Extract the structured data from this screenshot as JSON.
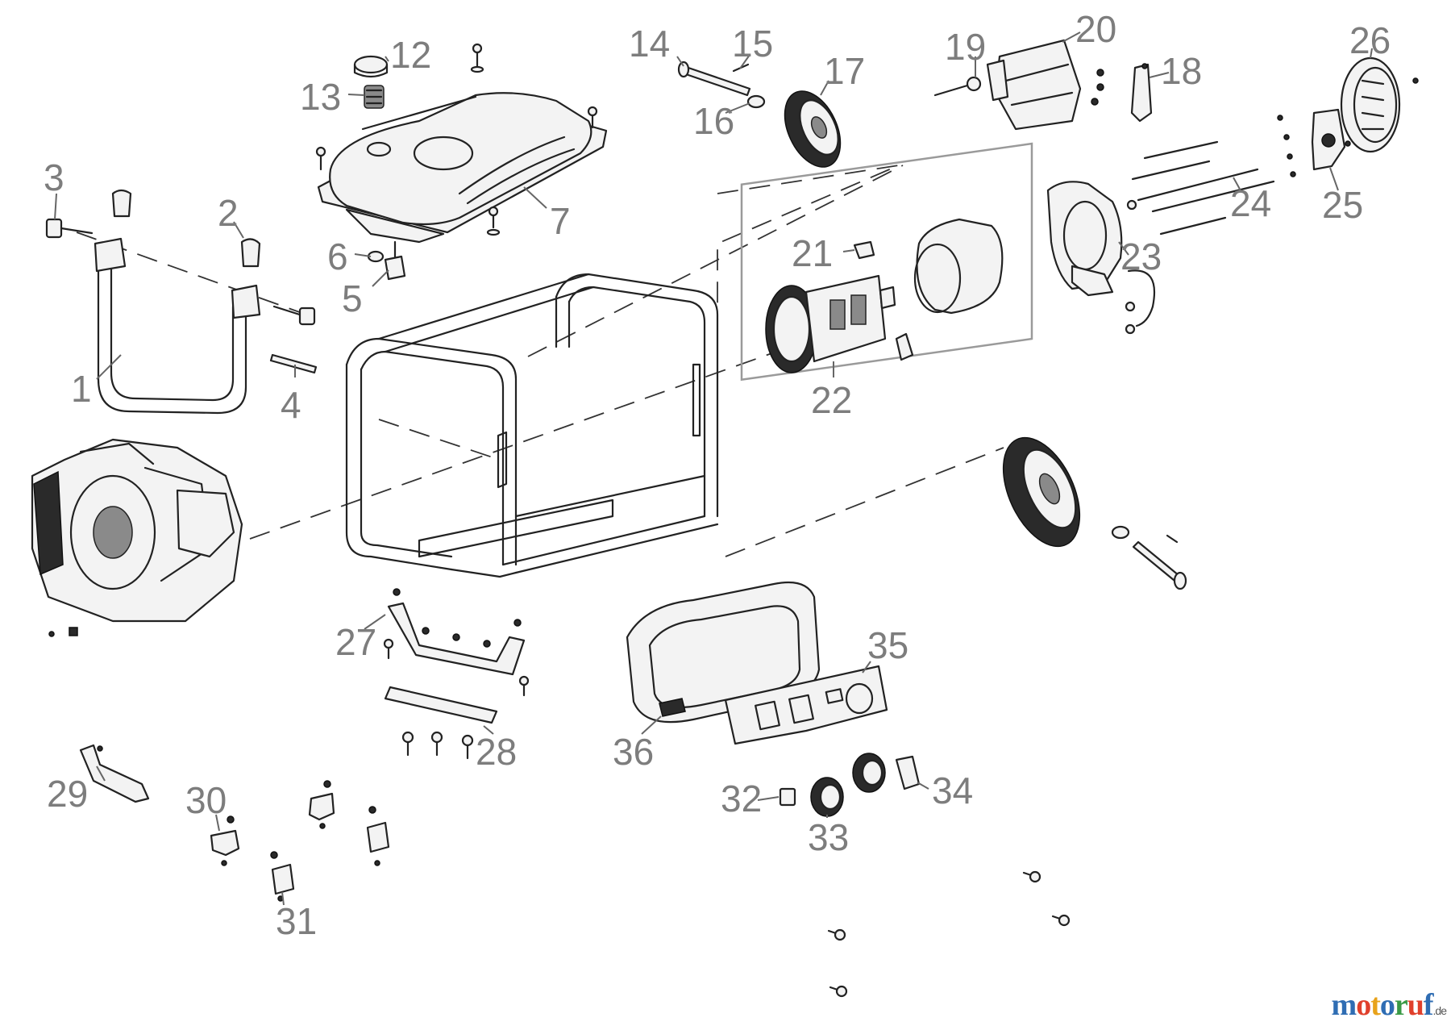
{
  "callouts": [
    {
      "num": "1"
    },
    {
      "num": "2"
    },
    {
      "num": "3"
    },
    {
      "num": "4"
    },
    {
      "num": "5"
    },
    {
      "num": "6"
    },
    {
      "num": "7"
    },
    {
      "num": "12"
    },
    {
      "num": "13"
    },
    {
      "num": "14"
    },
    {
      "num": "15"
    },
    {
      "num": "16"
    },
    {
      "num": "17"
    },
    {
      "num": "18"
    },
    {
      "num": "19"
    },
    {
      "num": "20"
    },
    {
      "num": "21"
    },
    {
      "num": "22"
    },
    {
      "num": "23"
    },
    {
      "num": "24"
    },
    {
      "num": "25"
    },
    {
      "num": "26"
    },
    {
      "num": "27"
    },
    {
      "num": "28"
    },
    {
      "num": "29"
    },
    {
      "num": "30"
    },
    {
      "num": "31"
    },
    {
      "num": "32"
    },
    {
      "num": "33"
    },
    {
      "num": "34"
    },
    {
      "num": "35"
    },
    {
      "num": "36"
    }
  ],
  "watermark": {
    "m": "m",
    "o1": "o",
    "t": "t",
    "o2": "o",
    "r": "r",
    "u": "u",
    "f": "f",
    "de": ".de"
  },
  "colors": {
    "callout": "#7d7d7d",
    "line": "#222222",
    "background": "#ffffff"
  }
}
